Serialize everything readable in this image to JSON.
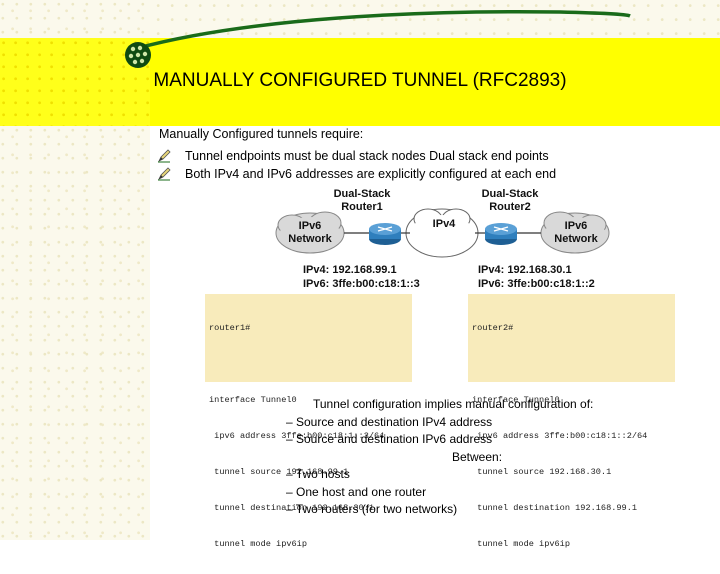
{
  "title": "MANUALLY CONFIGURED TUNNEL (RFC2893)",
  "intro": "Manually Configured tunnels require:",
  "bullets": [
    "Tunnel endpoints must be dual stack nodes Dual stack end points",
    "Both IPv4 and IPv6 addresses are explicitly configured at each end"
  ],
  "diagram": {
    "router1_line1": "Dual-Stack",
    "router1_line2": "Router1",
    "router2_line1": "Dual-Stack",
    "router2_line2": "Router2",
    "ipv4_cloud": "IPv4",
    "left_net_line1": "IPv6",
    "left_net_line2": "Network",
    "right_net_line1": "IPv6",
    "right_net_line2": "Network",
    "r1_ipv4": "IPv4: 192.168.99.1",
    "r1_ipv6": "IPv6: 3ffe:b00:c18:1::3",
    "r2_ipv4": "IPv4: 192.168.30.1",
    "r2_ipv6": "IPv6: 3ffe:b00:c18:1::2"
  },
  "config1": [
    "router1#",
    "",
    "interface Tunnel0",
    " ipv6 address 3ffe:b00:c18:1::3/64",
    " tunnel source 192.168.99.1",
    " tunnel destination 192.168.30.1",
    " tunnel mode ipv6ip"
  ],
  "config2": [
    "router2#",
    "",
    "interface Tunnel0",
    " ipv6 address 3ffe:b00:c18:1::2/64",
    " tunnel source 192.168.30.1",
    " tunnel destination 192.168.99.1",
    " tunnel mode ipv6ip"
  ],
  "notes": {
    "heading": "Tunnel configuration  implies manual configuration of:",
    "line1": "– Source and destination IPv4 address",
    "line2": "– Source and destination IPv6 address",
    "between": "Between:",
    "line3": "– Two hosts",
    "line4": "– One host and one router",
    "line5": "– Two routers (for two networks)"
  },
  "colors": {
    "title_bar": "#ffff00",
    "accent_green": "#1a6b1a",
    "code_bg": "#f8ebbb",
    "router_blue": "#2f7fbd"
  },
  "icons": [
    "globe-icon",
    "pencil-bullet-icon",
    "router-icon",
    "cloud-icon"
  ]
}
